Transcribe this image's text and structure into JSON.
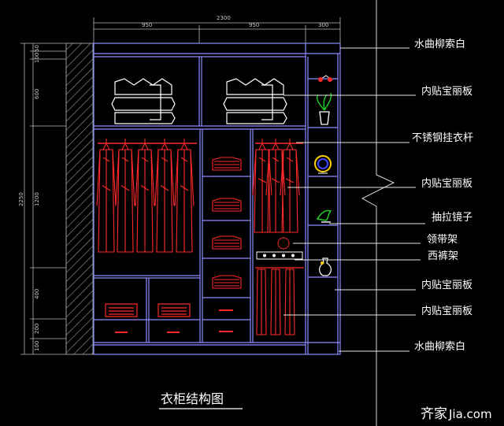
{
  "colors": {
    "background": "#000000",
    "cabinet_line": "#8c8cff",
    "clothes": "#ff2a2a",
    "white_items": "#ffffff",
    "leader": "#e6e6e6",
    "decor_gold": "#ffd000",
    "decor_green": "#22dd22"
  },
  "top_dimensions": {
    "total": "2300",
    "left_bay": "950",
    "middle_bay": "950",
    "right_bay": "300"
  },
  "left_dimensions": {
    "overall": "2250",
    "top_1": "50",
    "top_2": "100",
    "upper_shelf": "600",
    "hanging": "1200",
    "drawer_zone": "400",
    "plinth_1": "200",
    "plinth_2": "100"
  },
  "labels": [
    "水曲柳索白",
    "内贴宝丽板",
    "不锈钢挂衣杆",
    "内贴宝丽板",
    "抽拉镜子",
    "领带架",
    "西裤架",
    "内贴宝丽板",
    "内贴宝丽板",
    "水曲柳索白"
  ],
  "title": "衣柜结构图",
  "watermark": {
    "brand": "齐家",
    "domain": "Jia.com"
  }
}
